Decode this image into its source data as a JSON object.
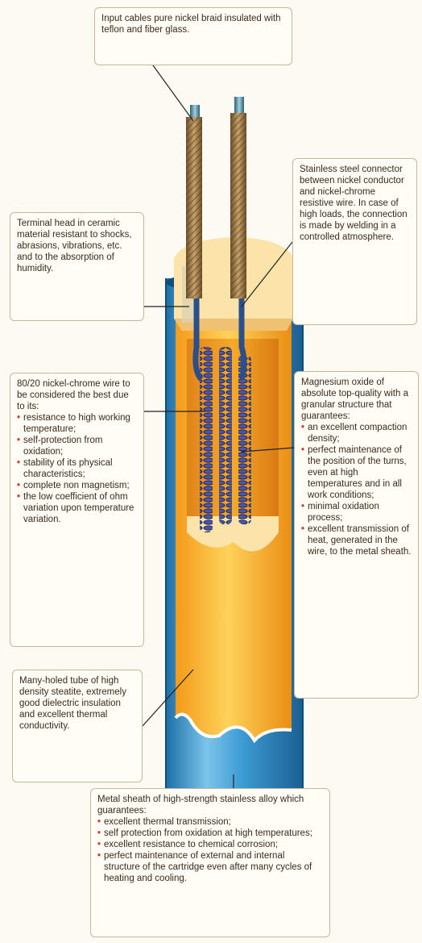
{
  "callouts": {
    "input_cables": "Input cables pure nickel braid insulated with teflon and fiber glass.",
    "connector": "Stainless steel connector between nickel conductor and nickel-chrome resistive wire. In case of high loads, the connection is made by welding in a controlled atmosphere.",
    "terminal_head": "Terminal head in ceramic material resistant to shocks, abrasions, vibrations, etc. and to the absorption of humidity.",
    "nichrome": {
      "intro": "80/20 nickel-chrome wire to be considered the best due to its:",
      "items": [
        "resistance to high working temperature;",
        "self-protection from oxidation;",
        "stability of its physical characteristics;",
        "complete non magnetism;",
        "the low coefficient of ohm variation upon temperature variation."
      ]
    },
    "magnesium": {
      "intro": "Magnesium oxide of absolute top-quality with a granular structure that guarantees:",
      "items": [
        "an excellent compaction density;",
        "perfect maintenance of the position of the turns, even at high temperatures and in all work conditions;",
        "minimal oxidation process;",
        "excellent transmission of heat, generated in the wire, to the metal sheath."
      ]
    },
    "tube": "Many-holed tube of high density steatite, extremely good dielectric insulation and excellent thermal conductivity.",
    "sheath": {
      "intro": "Metal sheath of high-strength stainless alloy which guarantees:",
      "items": [
        "excellent thermal transmission;",
        "self protection from oxidation at high temperatures;",
        "excellent resistance to chemical corrosion;",
        "perfect maintenance of external and internal structure of the cartridge even after many cycles of heating and cooling."
      ]
    }
  },
  "colors": {
    "sheath": "#3b9ad1",
    "oxide": "#f0a51c",
    "ceramic": "#fbe3a9",
    "braid": "#a98450",
    "coil": "#34408c",
    "bullet": "#d43a2a",
    "leader": "#222222"
  }
}
